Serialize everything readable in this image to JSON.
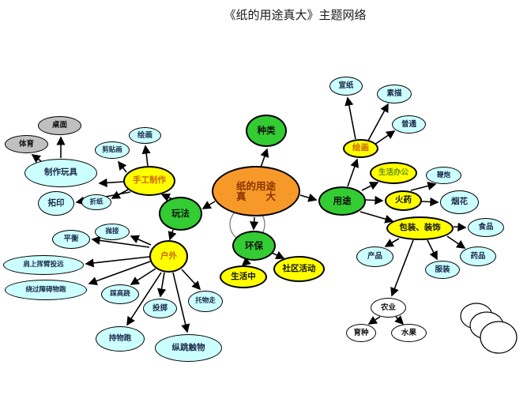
{
  "title": "《纸的用途真大》主题网络",
  "colors": {
    "center_fill": "#F79929",
    "branch_fill": "#33CC33",
    "sub_fill": "#FFFF00",
    "leaf_fill": "#CCFFFF",
    "muted_fill": "#C0C0C0",
    "plain_fill": "#FFFFFF",
    "line": "#000000"
  },
  "center": {
    "line1": "纸的用途",
    "line2": "真　　大"
  },
  "nodes": {
    "zhonglei": {
      "label": "种类"
    },
    "yongtu": {
      "label": "用途"
    },
    "wanfa": {
      "label": "玩法"
    },
    "huanbao": {
      "label": "环保"
    },
    "huihua_paper": {
      "label": "绘画"
    },
    "shenghuobangong": {
      "label": "生活办公"
    },
    "huoyao": {
      "label": "火药"
    },
    "baozhuang": {
      "label": "包装、装饰"
    },
    "xuanzhi": {
      "label": "宣纸"
    },
    "sumiao": {
      "label": "素描"
    },
    "putong": {
      "label": "普通"
    },
    "bianpao": {
      "label": "鞭炮"
    },
    "yanhua": {
      "label": "烟花"
    },
    "shipin": {
      "label": "食品"
    },
    "yaopin": {
      "label": "药品"
    },
    "chanpin": {
      "label": "产品"
    },
    "fuzhuang": {
      "label": "服装"
    },
    "nongye": {
      "label": "农业"
    },
    "yuzhong": {
      "label": "育种"
    },
    "shuiguo": {
      "label": "水果"
    },
    "shougong": {
      "label": "手工制作"
    },
    "huihua_craft": {
      "label": "绘画"
    },
    "jiantiehua": {
      "label": "剪贴画"
    },
    "zhizuowanju": {
      "label": "制作玩具"
    },
    "tuoyin": {
      "label": "拓印"
    },
    "zhezhi": {
      "label": "折纸"
    },
    "zhuomian": {
      "label": "桌面"
    },
    "tiyu": {
      "label": "体育"
    },
    "huwai": {
      "label": "户外"
    },
    "pingheng": {
      "label": "平衡"
    },
    "paojie": {
      "label": "抛接"
    },
    "huibitouyuan": {
      "label": "肩上挥臂投远"
    },
    "raozhangai": {
      "label": "绕过障碍物跑"
    },
    "caigaoqiao": {
      "label": "踩高跷"
    },
    "touzhi": {
      "label": "投掷"
    },
    "tuowuzou": {
      "label": "托物走"
    },
    "chiwupao": {
      "label": "持物跑"
    },
    "zongtiaochuwu": {
      "label": "纵跳触物"
    },
    "shenghuozhong": {
      "label": "生活中"
    },
    "shequhuodong": {
      "label": "社区活动"
    }
  }
}
